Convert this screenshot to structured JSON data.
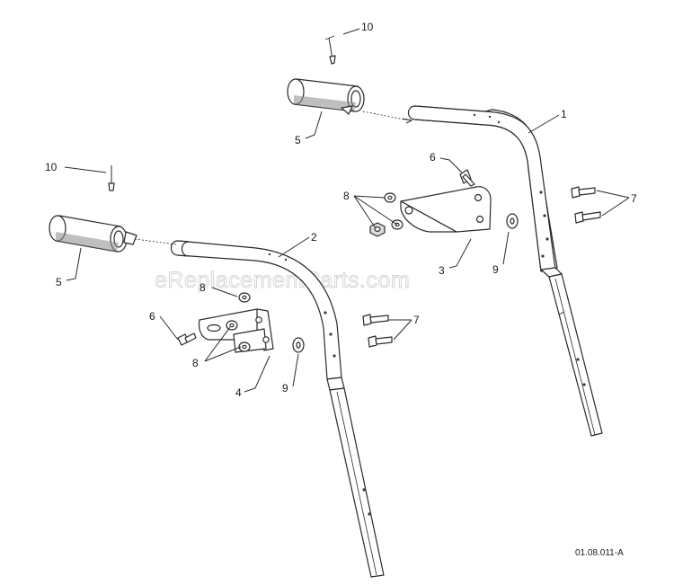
{
  "watermark": "eReplacementParts.com",
  "diagram_code": "01.08.011-A",
  "callouts": {
    "c10_top": "10",
    "c5_top": "5",
    "c1": "1",
    "c6_right": "6",
    "c8_right": "8",
    "c7_right": "7",
    "c9_right": "9",
    "c3": "3",
    "c10_left": "10",
    "c5_left": "5",
    "c2": "2",
    "c8_left_top": "8",
    "c6_left": "6",
    "c8_left_bottom": "8",
    "c7_left": "7",
    "c9_left": "9",
    "c4": "4"
  }
}
